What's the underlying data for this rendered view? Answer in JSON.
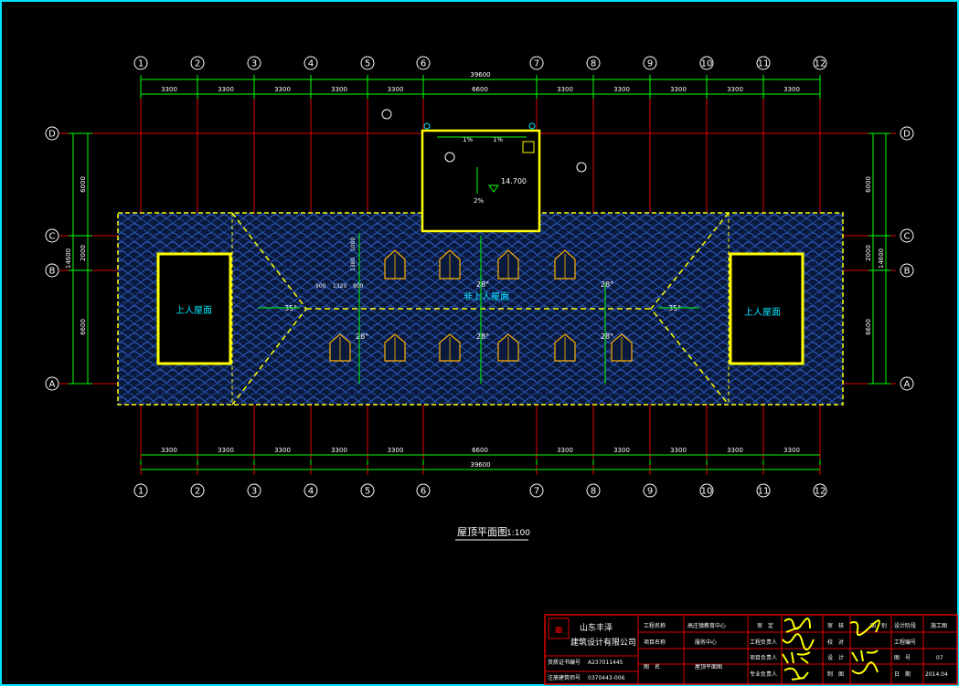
{
  "axes": {
    "numbers": [
      "1",
      "2",
      "3",
      "4",
      "5",
      "6",
      "7",
      "8",
      "9",
      "10",
      "11",
      "12"
    ],
    "letters": [
      "D",
      "C",
      "B",
      "A"
    ]
  },
  "dimensions": {
    "top_total": "39600",
    "top_spans": [
      "3300",
      "3300",
      "3300",
      "3300",
      "3300",
      "6600",
      "3300",
      "3300",
      "3300",
      "3300",
      "3300"
    ],
    "bottom_total": "39600",
    "bottom_spans": [
      "3300",
      "3300",
      "3300",
      "3300",
      "3300",
      "6600",
      "3300",
      "3300",
      "3300",
      "3300",
      "3300"
    ],
    "left_total": "14600",
    "left_spans": [
      "6000",
      "2000",
      "6600"
    ],
    "right_total": "14600",
    "right_spans": [
      "6000",
      "2000",
      "6600"
    ]
  },
  "labels": {
    "accessible_roof": "上人屋面",
    "non_accessible_roof": "非上人屋面",
    "elevation": "14.700",
    "slope_1pct": "1%",
    "slope_2pct": "2%",
    "angle_35": "35°",
    "angle_28": "28°",
    "win_h1": "1000",
    "win_h2": "1380",
    "win_w1": "900",
    "win_w2": "1320",
    "win_w3": "900"
  },
  "title": {
    "main": "屋顶平面图",
    "scale": "1:100"
  },
  "title_block": {
    "company_1": "山东丰泽",
    "company_2": "建筑设计有限公司",
    "cert_label": "资质证书编号",
    "cert_value": "A237011445",
    "reg_label": "注册建筑师号",
    "reg_value": "0370443-006",
    "project_name_label": "工程名称",
    "project_name": "高庄镇教育中心",
    "item_name_label": "项目名称",
    "item_name": "服务中心",
    "drawing_label": "图　名",
    "drawing_name": "屋顶平面图",
    "review_label": "审　定",
    "head_label": "工程负责人",
    "item_head_label": "项目负责人",
    "pro_head_label": "专业负责人",
    "audit_label": "审　核",
    "check_label": "校　对",
    "design_label": "设　计",
    "drawing_role_label": "制　图",
    "drawing_no_label": "图　号",
    "sheet_label": "图　别",
    "stage_label": "设计阶段",
    "stage_value": "施工图",
    "number_label": "工程编号",
    "sheet_no": "07",
    "date_label": "日　期",
    "date_value": "2014.04"
  },
  "colors": {
    "grid": "#e00000",
    "dim": "#00ff00",
    "outline": "#ffff00",
    "tile": "#1a3c8c",
    "text": "#ffffff",
    "accent_cyan": "#00e5ff",
    "frame": "#00e5ff"
  }
}
